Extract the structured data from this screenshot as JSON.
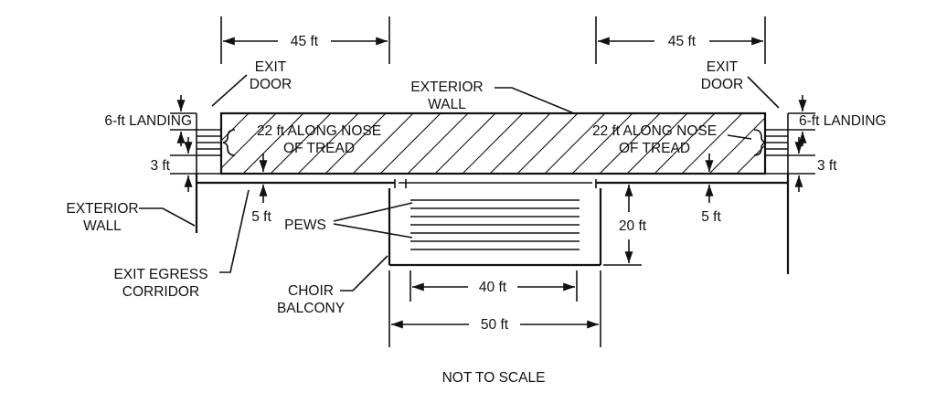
{
  "diagram": {
    "dims": {
      "left_width": "45 ft",
      "right_width": "45 ft",
      "corridor_left": "5 ft",
      "corridor_right": "5 ft",
      "balcony_depth": "20 ft",
      "pews_width": "40 ft",
      "balcony_width": "50 ft",
      "landing_left": "3 ft",
      "landing_right": "3 ft"
    },
    "labels": {
      "exit_door_left": [
        "EXIT",
        "DOOR"
      ],
      "exit_door_right": [
        "EXIT",
        "DOOR"
      ],
      "exterior_wall_top": [
        "EXTERIOR",
        "WALL"
      ],
      "exterior_wall_left": [
        "EXTERIOR",
        "WALL"
      ],
      "landing_left": "6-ft LANDING",
      "landing_right": "6-ft LANDING",
      "tread_left": [
        "22 ft ALONG NOSE",
        "OF TREAD"
      ],
      "tread_right": [
        "22 ft ALONG NOSE",
        "OF TREAD"
      ],
      "pews": "PEWS",
      "exit_corridor": [
        "EXIT EGRESS",
        "CORRIDOR"
      ],
      "choir_balcony": [
        "CHOIR",
        "BALCONY"
      ],
      "note": "NOT TO SCALE"
    }
  }
}
